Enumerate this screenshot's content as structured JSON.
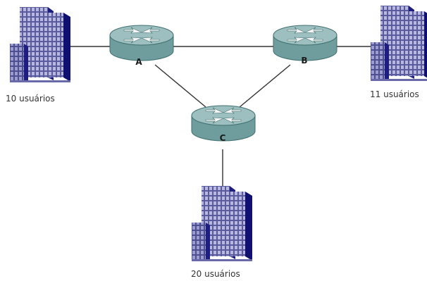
{
  "colors": {
    "building_face": "#8C8CC4",
    "building_side": "#1E1E80",
    "building_side_dark": "#101070",
    "building_window": "#B8B8DE",
    "building_grid": "#5A5A9E",
    "router_top": "#9DBFBF",
    "router_body": "#6F9C9C",
    "router_edge": "#3F6F6F",
    "arrow": "#F4F4F4",
    "link": "#333333"
  },
  "routers": [
    {
      "id": "router-a",
      "label": "A",
      "icon": "router-icon"
    },
    {
      "id": "router-b",
      "label": "B",
      "icon": "router-icon"
    },
    {
      "id": "router-c",
      "label": "C",
      "icon": "router-icon"
    }
  ],
  "sites": [
    {
      "id": "site-left",
      "label": "10 usuários",
      "icon": "building-icon"
    },
    {
      "id": "site-right",
      "label": "11 usuários",
      "icon": "building-icon"
    },
    {
      "id": "site-bottom",
      "label": "20 usuários",
      "icon": "building-icon"
    }
  ],
  "links": [
    {
      "from": "site-left",
      "to": "router-a"
    },
    {
      "from": "router-a",
      "to": "router-b"
    },
    {
      "from": "router-b",
      "to": "site-right"
    },
    {
      "from": "router-a",
      "to": "router-c"
    },
    {
      "from": "router-b",
      "to": "router-c"
    },
    {
      "from": "router-c",
      "to": "site-bottom"
    }
  ]
}
